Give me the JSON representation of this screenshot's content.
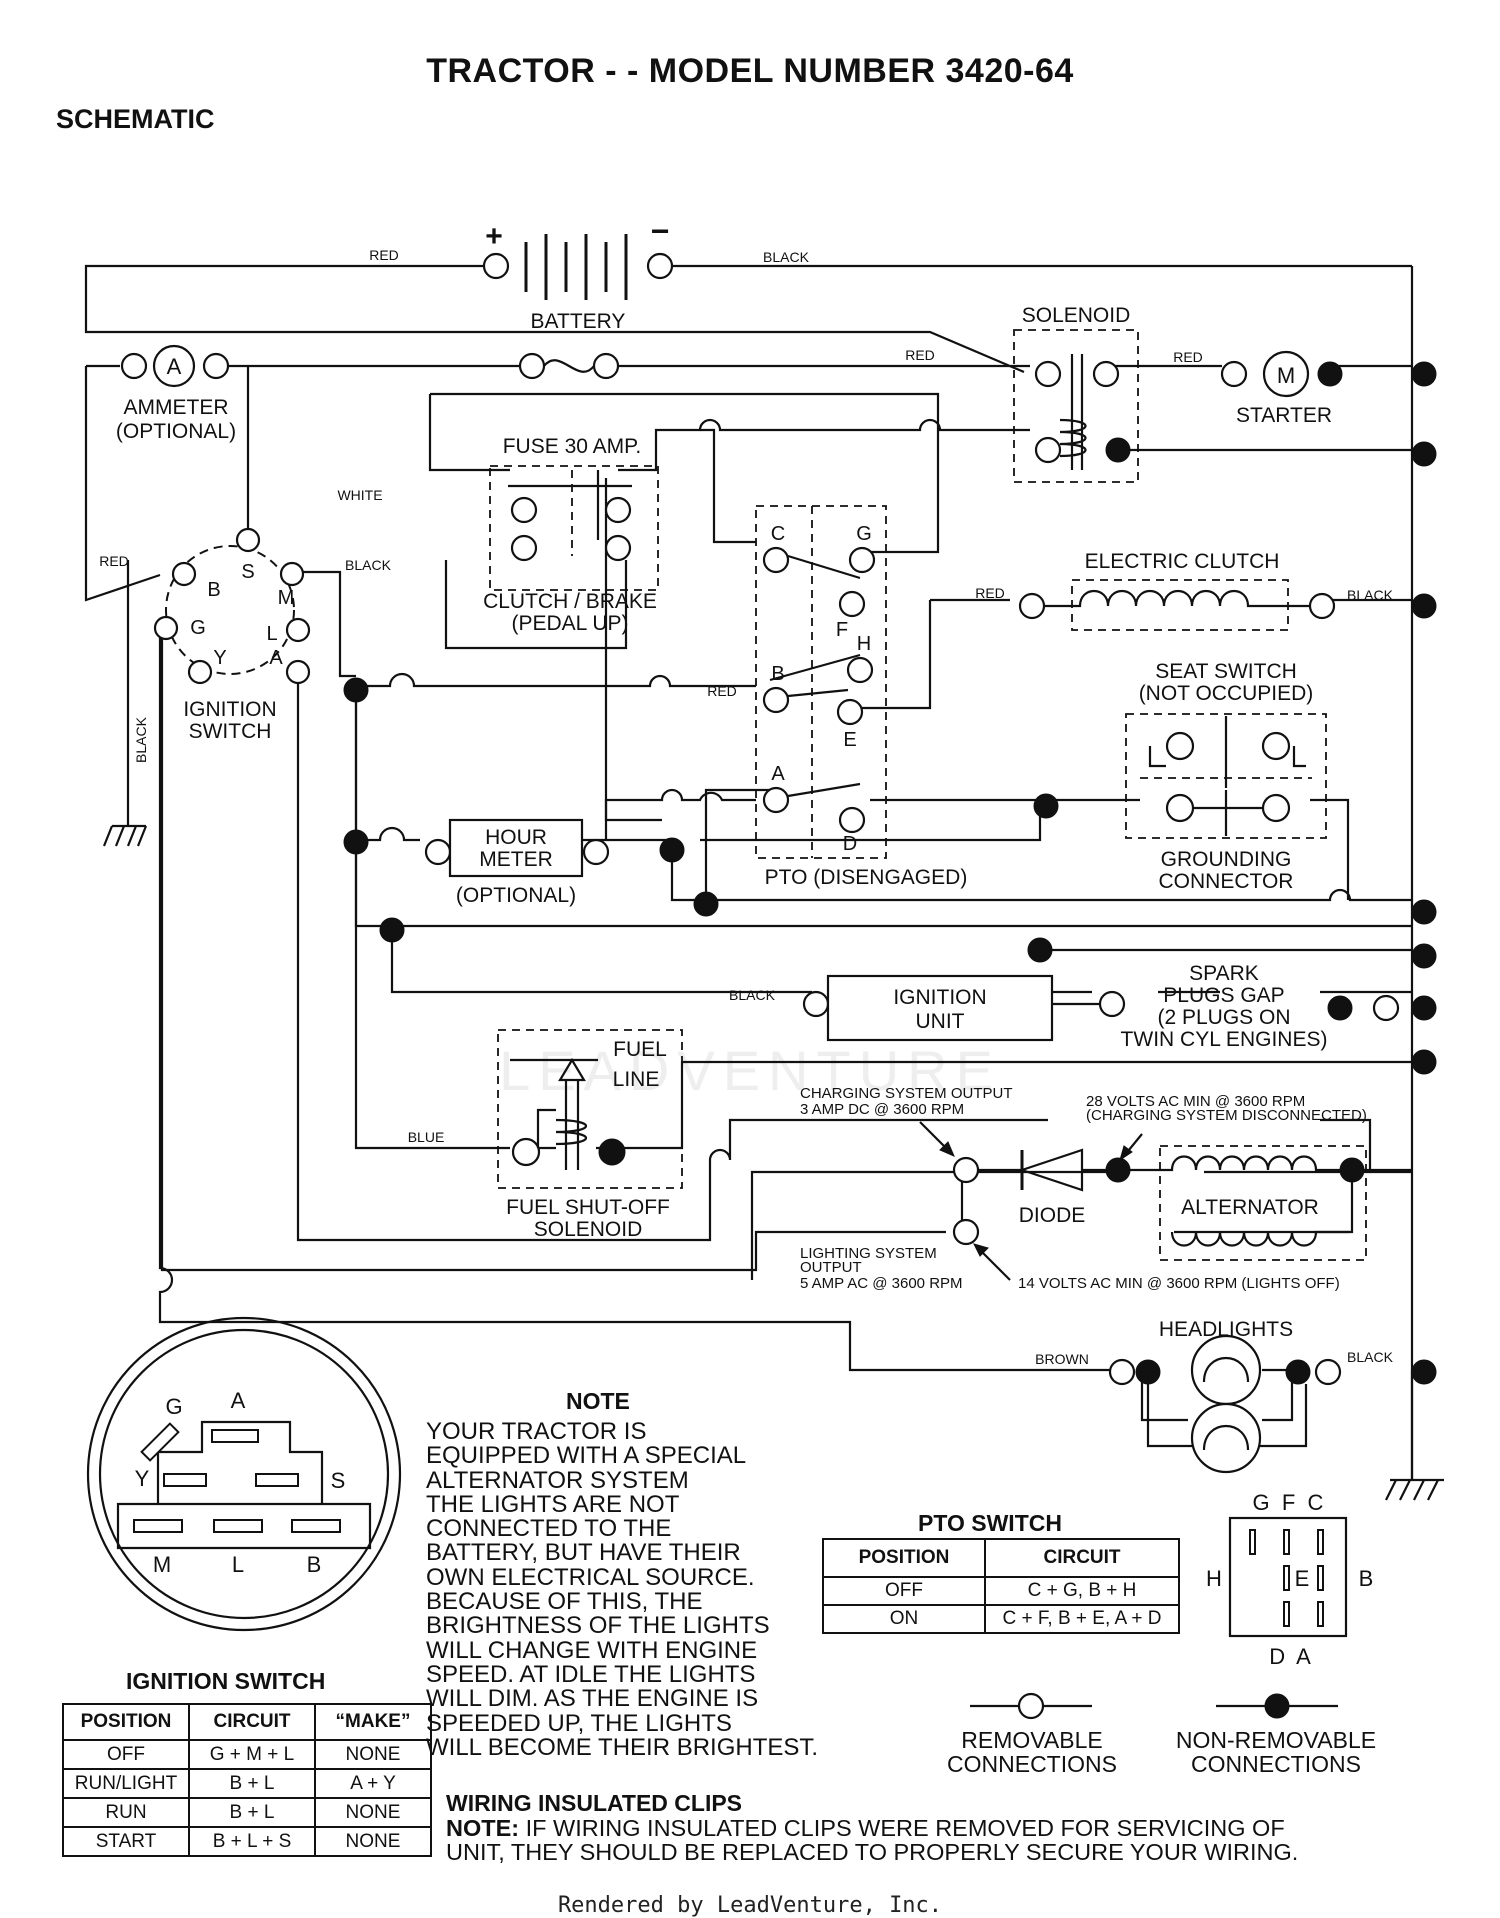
{
  "title": "TRACTOR - - MODEL NUMBER 3420-64",
  "subtitle": "SCHEMATIC",
  "labels": {
    "battery": "BATTERY",
    "battery_plus": "+",
    "battery_minus": "−",
    "solenoid": "SOLENOID",
    "starter": "STARTER",
    "starter_symbol": "M",
    "ammeter_symbol": "A",
    "ammeter": "AMMETER",
    "ammeter_optional": "(OPTIONAL)",
    "fuse": "FUSE 30 AMP.",
    "clutch_brake": "CLUTCH / BRAKE",
    "pedal_up": "(PEDAL UP)",
    "electric_clutch": "ELECTRIC CLUTCH",
    "seat_switch": "SEAT SWITCH",
    "not_occupied": "(NOT OCCUPIED)",
    "grounding": "GROUNDING",
    "connector": "CONNECTOR",
    "ignition_switch_1": "IGNITION",
    "ignition_switch_2": "SWITCH",
    "hour_meter_1": "HOUR",
    "hour_meter_2": "METER",
    "hour_optional": "(OPTIONAL)",
    "pto_disengaged": "PTO (DISENGAGED)",
    "ignition_unit_1": "IGNITION",
    "ignition_unit_2": "UNIT",
    "spark_1": "SPARK",
    "spark_2": "PLUGS GAP",
    "spark_3": "(2 PLUGS ON",
    "spark_4": "TWIN CYL  ENGINES)",
    "fuel_line_1": "FUEL",
    "fuel_line_2": "LINE",
    "fuel_shutoff_1": "FUEL SHUT-OFF",
    "fuel_shutoff_2": "SOLENOID",
    "charging_1": "CHARGING SYSTEM OUTPUT",
    "charging_2": "3 AMP DC @ 3600 RPM",
    "volts28_1": "28 VOLTS AC MIN  @ 3600 RPM",
    "volts28_2": "(CHARGING SYSTEM DISCONNECTED)",
    "diode": "DIODE",
    "alternator": "ALTERNATOR",
    "lighting_1": "LIGHTING SYSTEM",
    "lighting_2": "OUTPUT",
    "lighting_3": "5 AMP AC @ 3600 RPM",
    "volts14": "14 VOLTS AC MIN  @ 3600 RPM (LIGHTS OFF)",
    "headlights": "HEADLIGHTS",
    "removable_1": "REMOVABLE",
    "removable_2": "CONNECTIONS",
    "nonremovable_1": "NON-REMOVABLE",
    "nonremovable_2": "CONNECTIONS",
    "pin_letters": {
      "B": "B",
      "S": "S",
      "M": "M",
      "G": "G",
      "L": "L",
      "Y": "Y",
      "A": "A"
    },
    "pto_terms": {
      "C": "C",
      "G": "G",
      "F": "F",
      "H": "H",
      "B": "B",
      "E": "E",
      "A": "A",
      "D": "D"
    },
    "pto_face": {
      "top": "G  F  C",
      "left": "H",
      "right": "B",
      "center": "E",
      "bottom": "D  A"
    },
    "ign_face": {
      "G": "G",
      "A": "A",
      "Y": "Y",
      "S": "S",
      "M": "M",
      "L": "L",
      "B": "B"
    }
  },
  "wires": {
    "red": "RED",
    "black": "BLACK",
    "white": "WHITE",
    "blue": "BLUE",
    "brown": "BROWN"
  },
  "note": {
    "title": "NOTE",
    "lines": [
      "YOUR TRACTOR IS",
      "EQUIPPED WITH A SPECIAL",
      "ALTERNATOR SYSTEM",
      "THE LIGHTS ARE NOT",
      "CONNECTED TO THE",
      "BATTERY, BUT HAVE THEIR",
      "OWN ELECTRICAL SOURCE.",
      "BECAUSE OF THIS, THE",
      "BRIGHTNESS OF THE LIGHTS",
      "WILL CHANGE WITH ENGINE",
      "SPEED.  AT IDLE THE LIGHTS",
      "WILL DIM.  AS THE ENGINE IS",
      "SPEEDED UP, THE LIGHTS",
      "WILL BECOME THEIR BRIGHTEST."
    ]
  },
  "ignition_table": {
    "title": "IGNITION SWITCH",
    "headers": [
      "POSITION",
      "CIRCUIT",
      "“MAKE”"
    ],
    "rows": [
      [
        "OFF",
        "G + M + L",
        "NONE"
      ],
      [
        "RUN/LIGHT",
        "B + L",
        "A + Y"
      ],
      [
        "RUN",
        "B + L",
        "NONE"
      ],
      [
        "START",
        "B + L + S",
        "NONE"
      ]
    ]
  },
  "pto_table": {
    "title": "PTO SWITCH",
    "headers": [
      "POSITION",
      "CIRCUIT"
    ],
    "rows": [
      [
        "OFF",
        "C + G, B + H"
      ],
      [
        "ON",
        "C + F, B + E, A + D"
      ]
    ]
  },
  "clips": {
    "title": "WIRING INSULATED CLIPS",
    "note_label": "NOTE:",
    "line1": " IF WIRING INSULATED CLIPS WERE REMOVED FOR SERVICING OF",
    "line2": "UNIT, THEY SHOULD BE REPLACED TO PROPERLY SECURE YOUR WIRING."
  },
  "watermark": "LEADVENTURE",
  "footer": "Rendered by LeadVenture, Inc."
}
